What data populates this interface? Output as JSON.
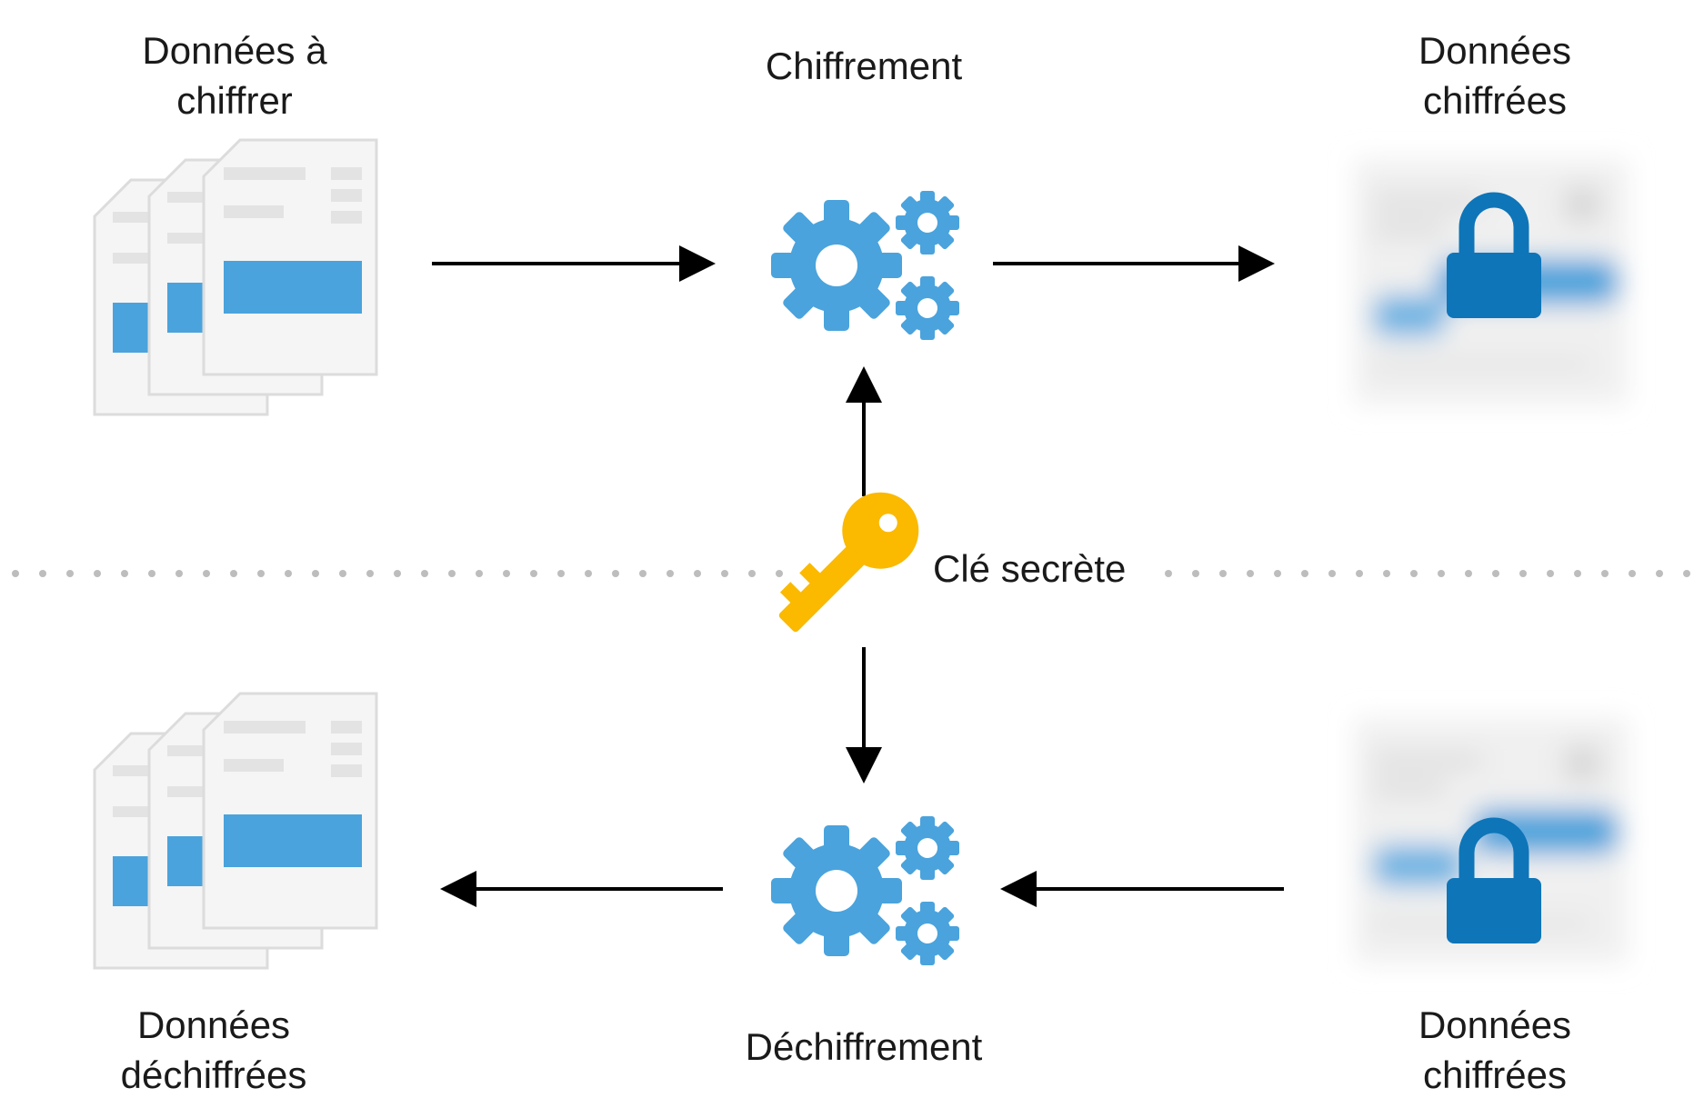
{
  "labels": {
    "input_top": [
      "Données à",
      "chiffrer"
    ],
    "encryption": "Chiffrement",
    "output_top": [
      "Données",
      "chiffrées"
    ],
    "output_bottom": [
      "Données",
      "déchiffrées"
    ],
    "decryption": "Déchiffrement",
    "input_bottom": [
      "Données",
      "chiffrées"
    ],
    "key": "Clé secrète"
  },
  "icons": {
    "documents": "documents-icon",
    "gears": "gears-icon",
    "lock": "lock-icon",
    "key": "key-icon"
  },
  "colors": {
    "background": "#ffffff",
    "text": "#1a1a1a",
    "arrow": "#000000",
    "doc_paper": "#f5f5f5",
    "doc_border": "#dddddd",
    "doc_line": "#e2e2e2",
    "doc_accent": "#4aa3dc",
    "gear": "#4aa3dc",
    "lock": "#0e75b8",
    "key": "#fbb900",
    "divider_dots": "#bdbdbd"
  }
}
